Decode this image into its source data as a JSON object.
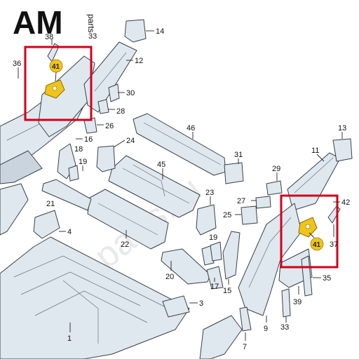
{
  "logo": {
    "letters": "AM",
    "sub": "parts"
  },
  "watermark_text": "amparts.ru",
  "callouts": {
    "c1": "1",
    "c3": "3",
    "c4": "4",
    "c7": "7",
    "c9": "9",
    "c11": "11",
    "c12": "12",
    "c13": "13",
    "c14": "14",
    "c15": "15",
    "c16": "16",
    "c17": "17",
    "c18": "18",
    "c19a": "19",
    "c19b": "19",
    "c20": "20",
    "c21": "21",
    "c22": "22",
    "c23": "23",
    "c24": "24",
    "c25": "25",
    "c26": "26",
    "c27": "27",
    "c28": "28",
    "c29": "29",
    "c30": "30",
    "c31": "31",
    "c33": "33",
    "c35": "35",
    "c36": "36",
    "c37": "37",
    "c38": "38",
    "c39": "39",
    "c42": "42",
    "c45": "45",
    "c46": "46",
    "c33top": "33"
  },
  "highlighted_part": "41",
  "colors": {
    "highlight": "#d0021b",
    "badge": "#f0c419"
  }
}
